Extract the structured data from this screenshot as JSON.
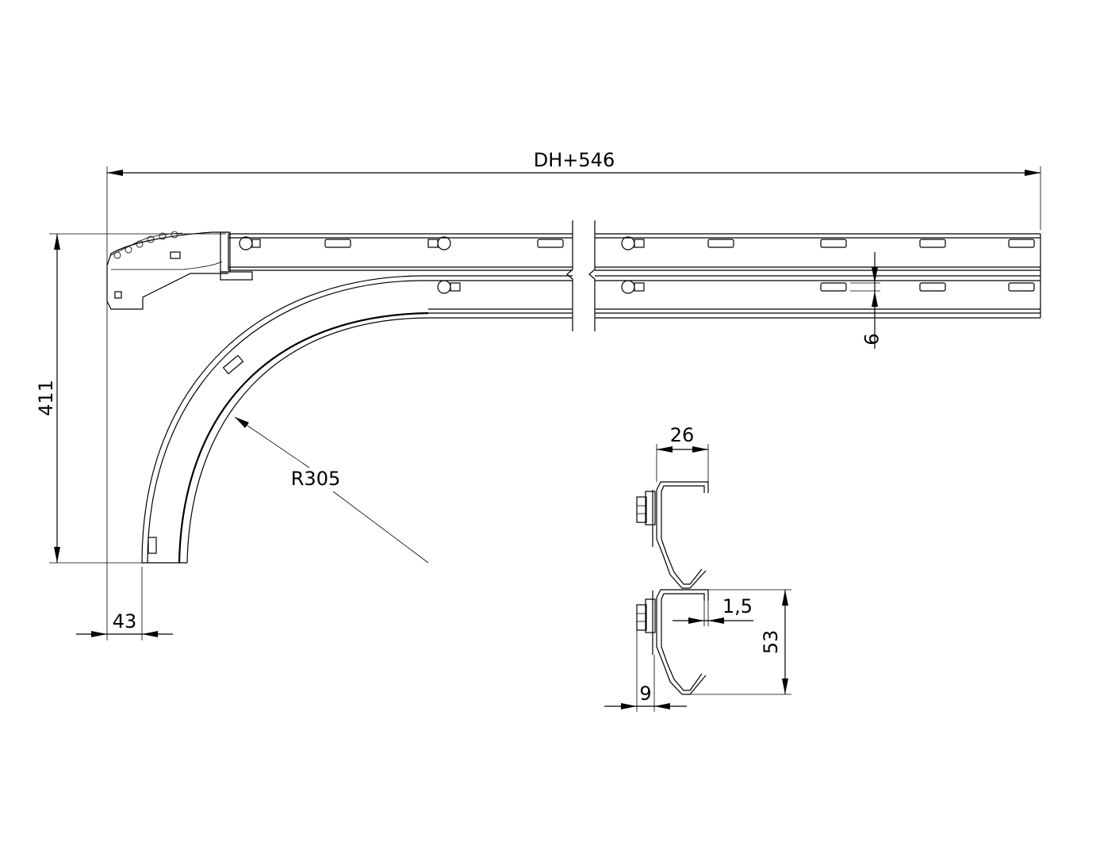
{
  "dimensions": {
    "overall_length": "DH+546",
    "height": "411",
    "radius": "R305",
    "offset": "43",
    "slot_gap": "9",
    "profile_width": "26",
    "material_thickness": "1,5",
    "profile_height": "53",
    "bolt_offset": "9"
  }
}
